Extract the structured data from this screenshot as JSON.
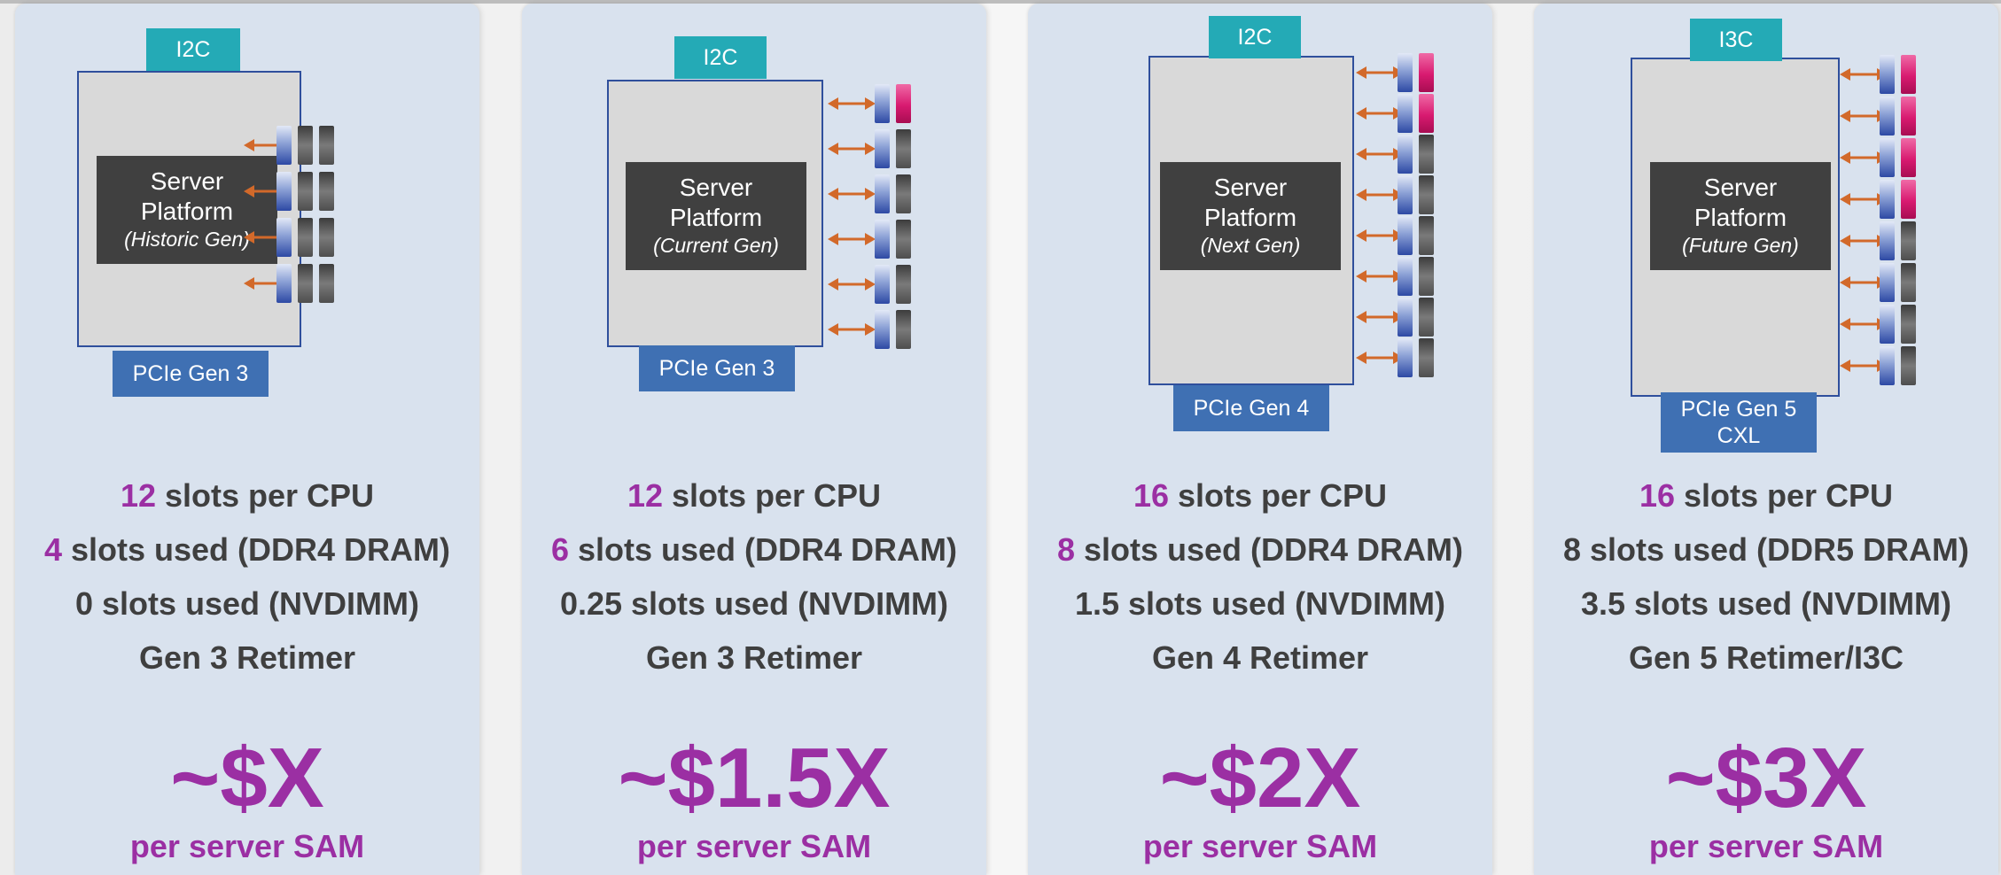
{
  "panels": [
    {
      "bus_tab": "I2C",
      "server": {
        "line1": "Server",
        "line2": "Platform",
        "gen": "(Historic Gen)"
      },
      "pcie_lines": [
        "PCIe Gen 3"
      ],
      "slot_rows": [
        [
          "blue",
          "gray",
          "gray"
        ],
        [
          "blue",
          "gray",
          "gray"
        ],
        [
          "blue",
          "gray",
          "gray"
        ],
        [
          "blue",
          "gray",
          "gray"
        ]
      ],
      "stats": [
        {
          "hl": "12",
          "text": " slots per CPU"
        },
        {
          "hl": "4",
          "text": " slots used (DDR4 DRAM)"
        },
        {
          "hl": "",
          "text": "0 slots used (NVDIMM)"
        },
        {
          "hl": "",
          "text": "Gen 3 Retimer"
        }
      ],
      "price": "~$X",
      "sam_label": "per server SAM"
    },
    {
      "bus_tab": "I2C",
      "server": {
        "line1": "Server",
        "line2": "Platform",
        "gen": "(Current Gen)"
      },
      "pcie_lines": [
        "PCIe Gen 3"
      ],
      "slot_rows": [
        [
          "blue",
          "pink"
        ],
        [
          "blue",
          "gray"
        ],
        [
          "blue",
          "gray"
        ],
        [
          "blue",
          "gray"
        ],
        [
          "blue",
          "gray"
        ],
        [
          "blue",
          "gray"
        ]
      ],
      "stats": [
        {
          "hl": "12",
          "text": " slots per CPU"
        },
        {
          "hl": "6",
          "text": " slots used (DDR4 DRAM)"
        },
        {
          "hl": "",
          "text": "0.25 slots used (NVDIMM)"
        },
        {
          "hl": "",
          "text": "Gen 3 Retimer"
        }
      ],
      "price": "~$1.5X",
      "sam_label": "per server SAM"
    },
    {
      "bus_tab": "I2C",
      "server": {
        "line1": "Server",
        "line2": "Platform",
        "gen": "(Next Gen)"
      },
      "pcie_lines": [
        "PCIe Gen 4"
      ],
      "slot_rows": [
        [
          "blue",
          "pink"
        ],
        [
          "blue",
          "pink"
        ],
        [
          "blue",
          "gray"
        ],
        [
          "blue",
          "gray"
        ],
        [
          "blue",
          "gray"
        ],
        [
          "blue",
          "gray"
        ],
        [
          "blue",
          "gray"
        ],
        [
          "blue",
          "gray"
        ]
      ],
      "stats": [
        {
          "hl": "16",
          "text": " slots per CPU"
        },
        {
          "hl": "8",
          "text": " slots used (DDR4 DRAM)"
        },
        {
          "hl": "",
          "text": "1.5 slots used (NVDIMM)"
        },
        {
          "hl": "",
          "text": "Gen 4 Retimer"
        }
      ],
      "price": "~$2X",
      "sam_label": "per server SAM"
    },
    {
      "bus_tab": "I3C",
      "server": {
        "line1": "Server",
        "line2": "Platform",
        "gen": "(Future Gen)"
      },
      "pcie_lines": [
        "PCIe Gen 5",
        "CXL"
      ],
      "slot_rows": [
        [
          "blue",
          "pink"
        ],
        [
          "blue",
          "pink"
        ],
        [
          "blue",
          "pink"
        ],
        [
          "blue",
          "pink"
        ],
        [
          "blue",
          "gray"
        ],
        [
          "blue",
          "gray"
        ],
        [
          "blue",
          "gray"
        ],
        [
          "blue",
          "gray"
        ]
      ],
      "stats": [
        {
          "hl": "16",
          "text": " slots per CPU"
        },
        {
          "hl": "",
          "text": "8 slots used (DDR5 DRAM)"
        },
        {
          "hl": "",
          "text": "3.5 slots used (NVDIMM)"
        },
        {
          "hl": "",
          "text": "Gen 5 Retimer/I3C"
        }
      ],
      "price": "~$3X",
      "sam_label": "per server SAM"
    }
  ],
  "colors": {
    "panel_bg": "#d9e2ee",
    "bus_tab": "#24aab6",
    "pcie_tab": "#3f70b3",
    "server_box": "#404040",
    "highlight": "#9b2fa3",
    "arrow": "#d2692a"
  }
}
